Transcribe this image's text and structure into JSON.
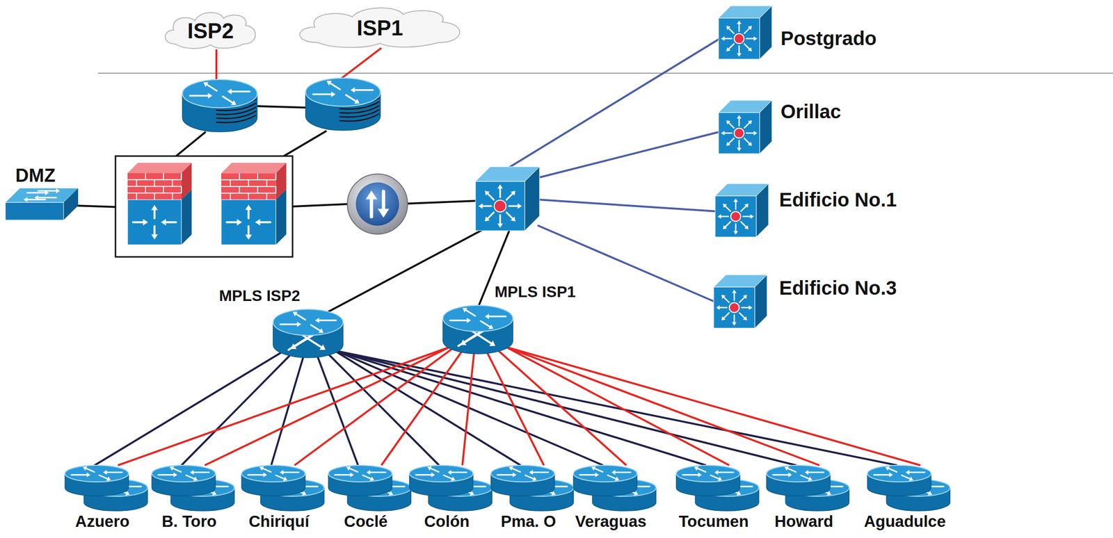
{
  "diagram": {
    "nodes": [
      {
        "text": [
          "ISP2"
        ]
      },
      {
        "text": [
          "ISP1"
        ]
      },
      {
        "text": [
          "Postgrado"
        ]
      },
      {
        "text": [
          "Orillac"
        ]
      },
      {
        "text": [
          "DMZ"
        ]
      },
      {
        "text": [
          "Edificio No.1"
        ]
      },
      {
        "text": [
          "Edificio No.3"
        ]
      },
      {
        "text": [
          "MPLS ISP2"
        ]
      },
      {
        "text": [
          "MPLS ISP1"
        ]
      },
      {
        "text": [
          "Azuero"
        ]
      },
      {
        "text": [
          "B. Toro"
        ]
      },
      {
        "text": [
          "Chiriquí"
        ]
      },
      {
        "text": [
          "Coclé"
        ]
      },
      {
        "text": [
          "Colón"
        ]
      },
      {
        "text": [
          "Pma. O"
        ]
      },
      {
        "text": [
          "Veraguas"
        ]
      },
      {
        "text": [
          "Tocumen"
        ]
      },
      {
        "text": [
          "Howard"
        ]
      },
      {
        "text": [
          "Aguadulce"
        ]
      }
    ],
    "edges": [
      {
        "from": 7,
        "to": 9,
        "arrow": "none"
      },
      {
        "from": 7,
        "to": 10,
        "arrow": "none"
      },
      {
        "from": 7,
        "to": 11,
        "arrow": "none"
      },
      {
        "from": 7,
        "to": 12,
        "arrow": "none"
      },
      {
        "from": 7,
        "to": 13,
        "arrow": "none"
      },
      {
        "from": 7,
        "to": 14,
        "arrow": "none"
      },
      {
        "from": 7,
        "to": 15,
        "arrow": "none"
      },
      {
        "from": 7,
        "to": 16,
        "arrow": "none"
      },
      {
        "from": 7,
        "to": 17,
        "arrow": "none"
      },
      {
        "from": 7,
        "to": 18,
        "arrow": "none"
      },
      {
        "from": 8,
        "to": 9,
        "arrow": "none"
      },
      {
        "from": 8,
        "to": 10,
        "arrow": "none"
      },
      {
        "from": 8,
        "to": 11,
        "arrow": "none"
      },
      {
        "from": 8,
        "to": 12,
        "arrow": "none"
      },
      {
        "from": 8,
        "to": 13,
        "arrow": "none"
      },
      {
        "from": 8,
        "to": 14,
        "arrow": "none"
      },
      {
        "from": 8,
        "to": 15,
        "arrow": "none"
      },
      {
        "from": 8,
        "to": 16,
        "arrow": "none"
      },
      {
        "from": 8,
        "to": 17,
        "arrow": "none"
      },
      {
        "from": 8,
        "to": 18,
        "arrow": "none"
      }
    ]
  }
}
